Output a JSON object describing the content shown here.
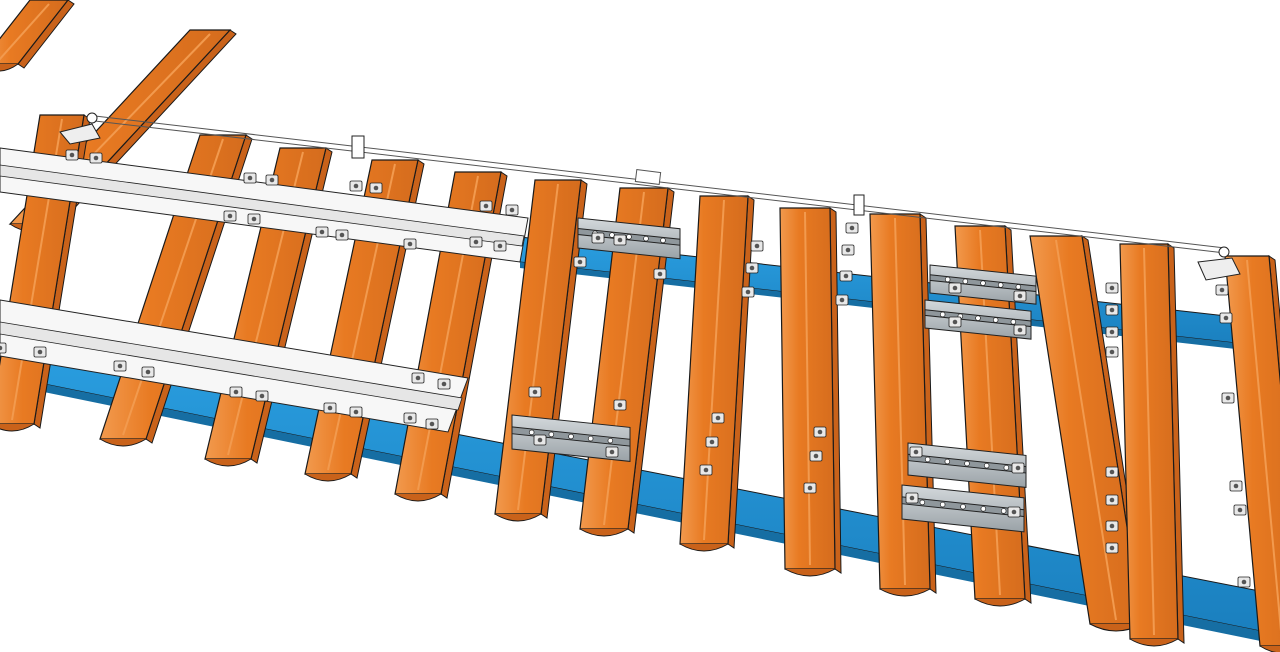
{
  "scene": {
    "colors": {
      "background": "#ffffff",
      "sleeper": "#e87a22",
      "sleeper_side": "#c9621a",
      "sleeper_highlight": "#f29a4e",
      "blue_beam": "#1f8fd0",
      "blue_beam_side": "#166ea3",
      "rail_plate": "#f7f7f7",
      "rail_plate_edge": "#b9b9b9",
      "steel_plate": "#bfc5c9",
      "steel_plate_dark": "#8f979c",
      "outline": "#1a1a1a"
    },
    "components": [
      "orange-sleepers",
      "blue-longitudinal-beams",
      "white-rail-plates",
      "gray-steel-plates",
      "fastening-clips",
      "operating-rod"
    ]
  }
}
